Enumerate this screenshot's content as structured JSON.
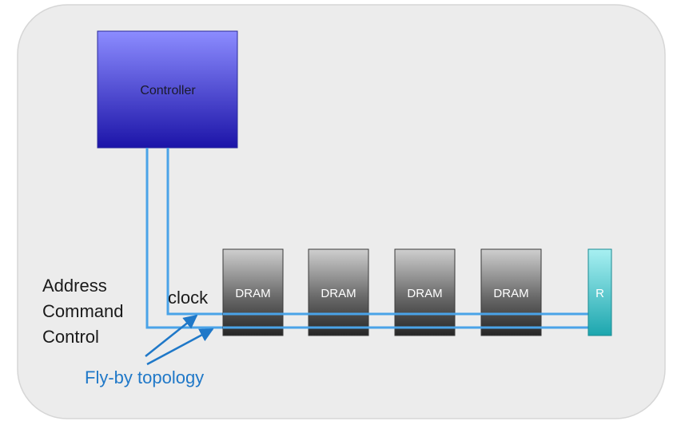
{
  "diagram": {
    "controller_label": "Controller",
    "dram_labels": [
      "DRAM",
      "DRAM",
      "DRAM",
      "DRAM"
    ],
    "terminator_label": "R",
    "signal_labels": [
      "Address",
      "Command",
      "Control"
    ],
    "clock_label": "clock",
    "topology_label": "Fly-by topology"
  },
  "colors": {
    "background_panel": "#ececec",
    "controller_fill_top": "#8080ff",
    "controller_fill_bottom": "#1c14a8",
    "dram_fill_top": "#c8c8c8",
    "dram_fill_bottom": "#2a2a2a",
    "terminator_fill_top": "#8fe8ea",
    "terminator_fill_bottom": "#20a8b0",
    "bus_line": "#4aa3e8",
    "annotation": "#1f78c8"
  }
}
